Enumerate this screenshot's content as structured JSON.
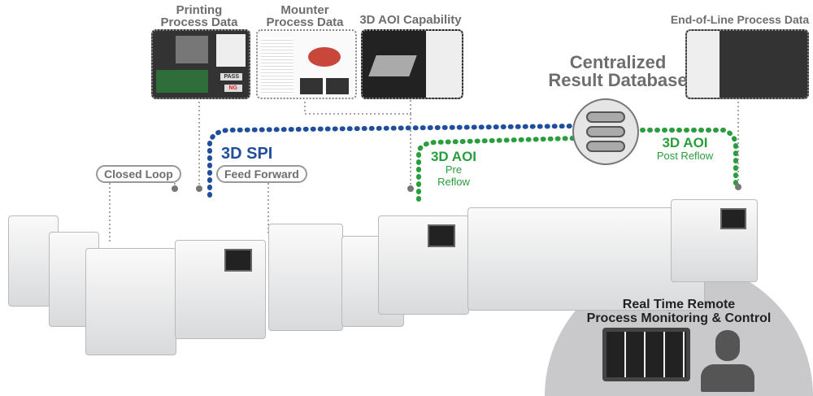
{
  "labels": {
    "printing": "Printing Process Data",
    "mounter": "Mounter Process Data",
    "aoi_capability": "3D AOI Capability",
    "end_of_line": "End-of-Line Process Data",
    "database": "Centralized Result Database",
    "spi": "3D SPI",
    "aoi_pre": "3D AOI",
    "aoi_pre_sub": "Pre Reflow",
    "aoi_post": "3D AOI",
    "aoi_post_sub": "Post Reflow",
    "closed_loop": "Closed Loop",
    "feed_forward": "Feed Forward",
    "remote_line1": "Real Time Remote",
    "remote_line2": "Process Monitoring & Control"
  },
  "panels": {
    "pass": "PASS",
    "ng": "NG"
  },
  "colors": {
    "spi_blue": "#1f4e9c",
    "aoi_green": "#2a9d3d",
    "label_gray": "#6d6e70"
  }
}
